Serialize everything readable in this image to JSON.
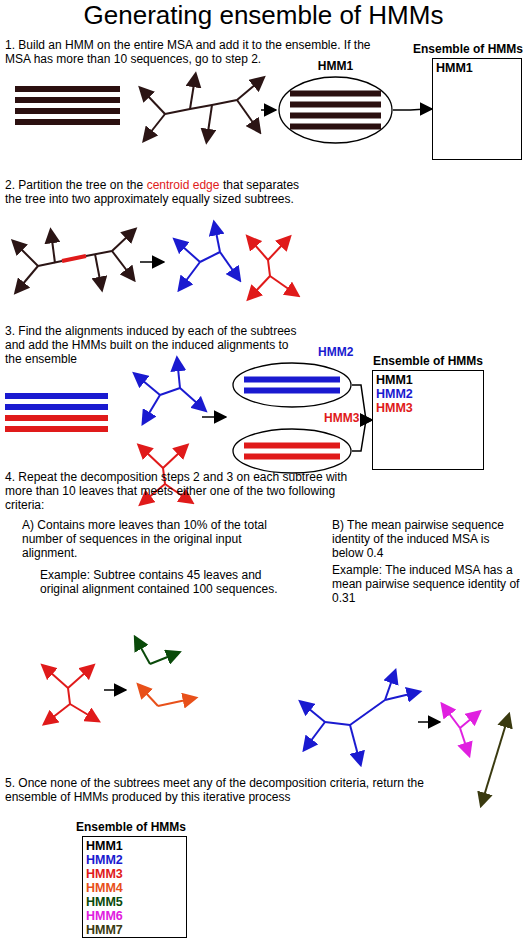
{
  "diagram": {
    "title": "Generating ensemble of HMMs",
    "nodes": [
      {
        "text": [
          "Ensemble of HMMs",
          "HMM1"
        ]
      },
      {
        "text": [
          "HMM1"
        ]
      },
      {
        "text": [
          "HMM2"
        ]
      },
      {
        "text": [
          "HMM3"
        ]
      },
      {
        "text": [
          "Ensemble of HMMs",
          "HMM1",
          "HMM2",
          "HMM3"
        ]
      },
      {
        "text": [
          "Ensemble of HMMs",
          "HMM1",
          "HMM2",
          "HMM3",
          "HMM4",
          "HMM5",
          "HMM6",
          "HMM7"
        ]
      }
    ],
    "edges": [
      {
        "from": 1,
        "to": 0,
        "arrow": "to"
      },
      {
        "from": 2,
        "to": 4,
        "arrow": "to"
      },
      {
        "from": 3,
        "to": 4,
        "arrow": "to"
      }
    ],
    "labels": [
      "1. Build an HMM on the entire MSA and add it to the ensemble. If the MSA has more than 10 sequences, go to step 2.",
      "2. Partition the tree on the",
      "centroid edge",
      "that separates the tree into two approximately equally sized subtrees.",
      "3. Find the alignments induced by each of the subtrees and add the HMMs built on the induced alignments to the ensemble",
      "4. Repeat the decomposition steps 2 and 3 on each subtree with more than 10 leaves that meets either one of the two following criteria:",
      "A) Contains more leaves than 10% of the total number of sequences in the original input alignment.",
      "Example: Subtree contains 45 leaves and original alignment contained 100 sequences.",
      "B) The mean pairwise sequence identity of the induced MSA is below 0.4",
      "Example: The induced MSA has a mean pairwise sequence identity of 0.31",
      "5. Once none of the subtrees meet any of the decomposition criteria, return the ensemble of HMMs produced by this iterative process"
    ]
  }
}
